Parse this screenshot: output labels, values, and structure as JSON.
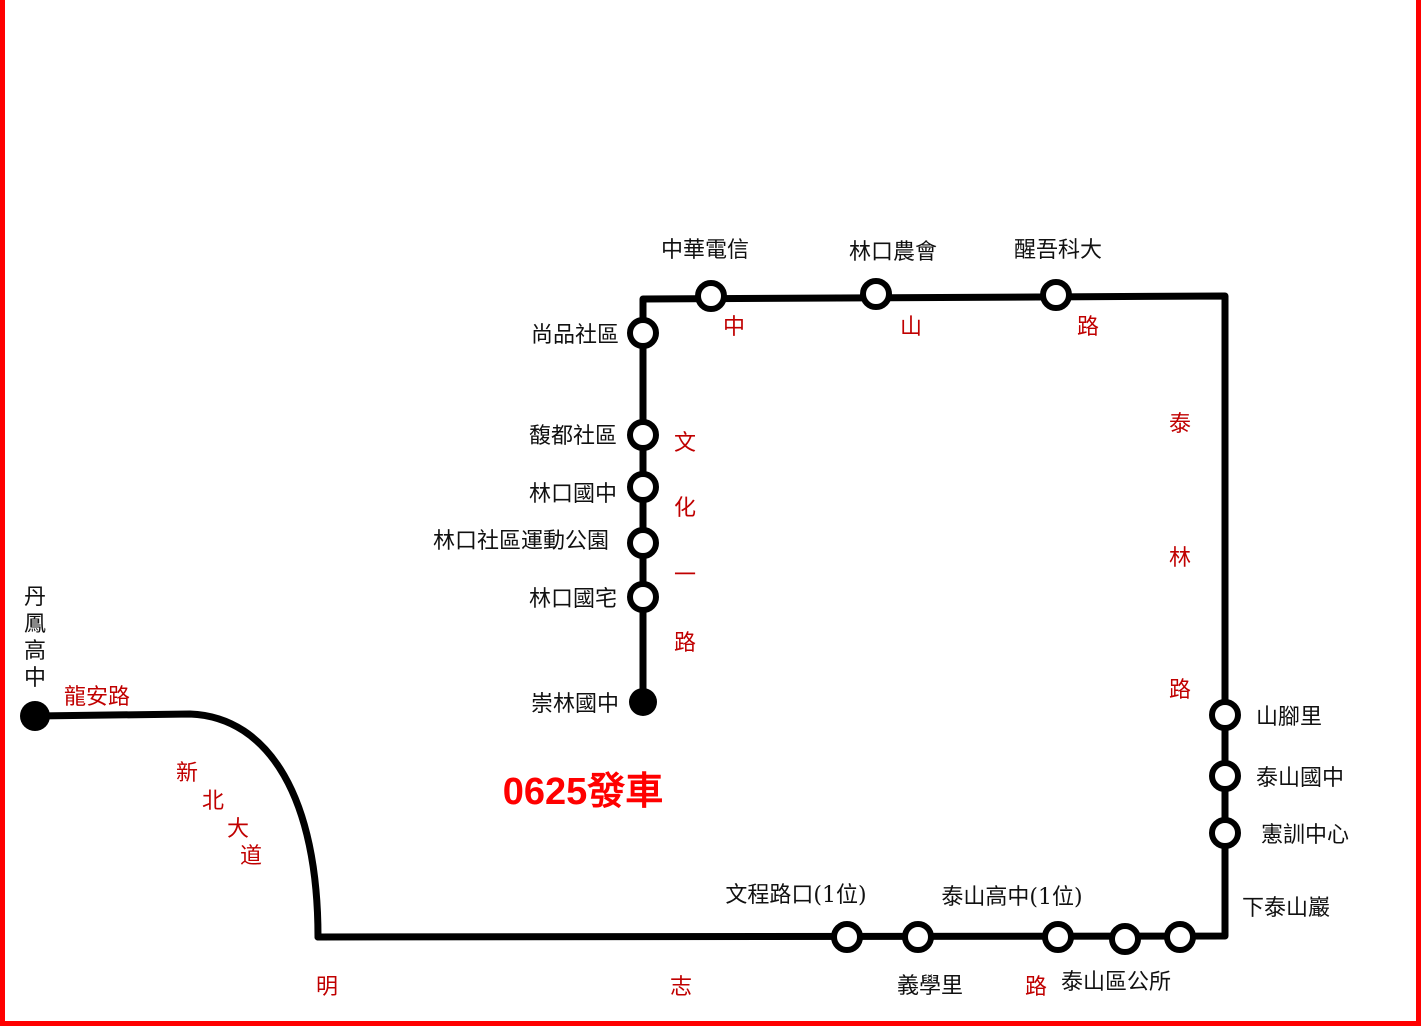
{
  "colors": {
    "border": "#ff0000",
    "route": "#000000",
    "road_label": "#c00000",
    "depart": "#ff0000"
  },
  "departure": "0625發車",
  "stops": {
    "chonglin": "崇林國中",
    "guozhai": "林口國宅",
    "park": "林口社區運動公園",
    "linkou_jh": "林口國中",
    "xindu": "馥都社區",
    "shangpin": "尚品社區",
    "cht": "中華電信",
    "farmers": "林口農會",
    "mingchuan": "醒吾科大",
    "shanjiao": "山腳里",
    "taishan_jh": "泰山國中",
    "xianxun": "憲訓中心",
    "xiataishan": "下泰山巖",
    "district_office": "泰山區公所",
    "taishan_hs": "泰山高中(1位)",
    "yixue": "義學里",
    "wencheng": "文程路口(1位)",
    "danfeng": "丹鳳高中"
  },
  "roads": {
    "wenhua1": [
      "文",
      "化",
      "一",
      "路"
    ],
    "zhongshan": [
      "中",
      "山",
      "路"
    ],
    "tailin": [
      "泰",
      "林",
      "路"
    ],
    "mingzhi": [
      "明",
      "志",
      "路"
    ],
    "xinbei": [
      "新",
      "北",
      "大",
      "道"
    ],
    "longan": "龍安路"
  }
}
